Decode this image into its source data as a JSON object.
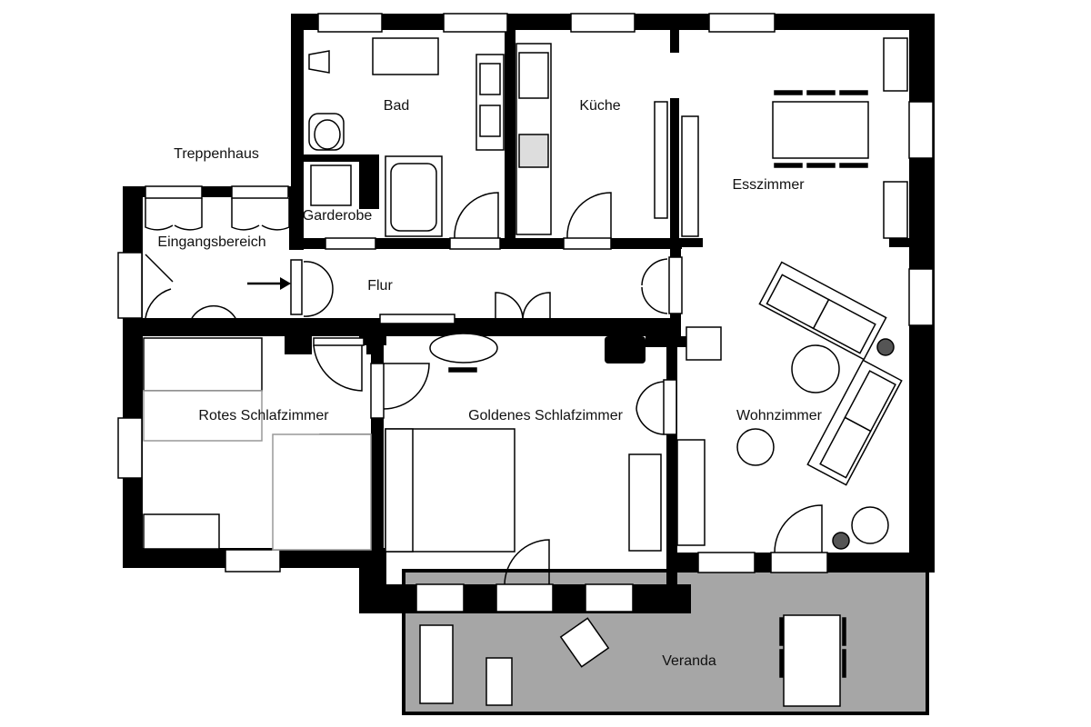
{
  "rooms": {
    "bad": "Bad",
    "kueche": "Küche",
    "esszimmer": "Esszimmer",
    "treppenhaus": "Treppenhaus",
    "garderobe": "Garderobe",
    "eingangsbereich": "Eingangsbereich",
    "flur": "Flur",
    "rotes_schlafzimmer": "Rotes Schlafzimmer",
    "goldenes_schlafzimmer": "Goldenes Schlafzimmer",
    "wohnzimmer": "Wohnzimmer",
    "veranda": "Veranda"
  },
  "colors": {
    "wall": "#000000",
    "floor": "#ffffff",
    "veranda": "#a6a6a6",
    "furniture_gray": "#9a9a9a"
  }
}
